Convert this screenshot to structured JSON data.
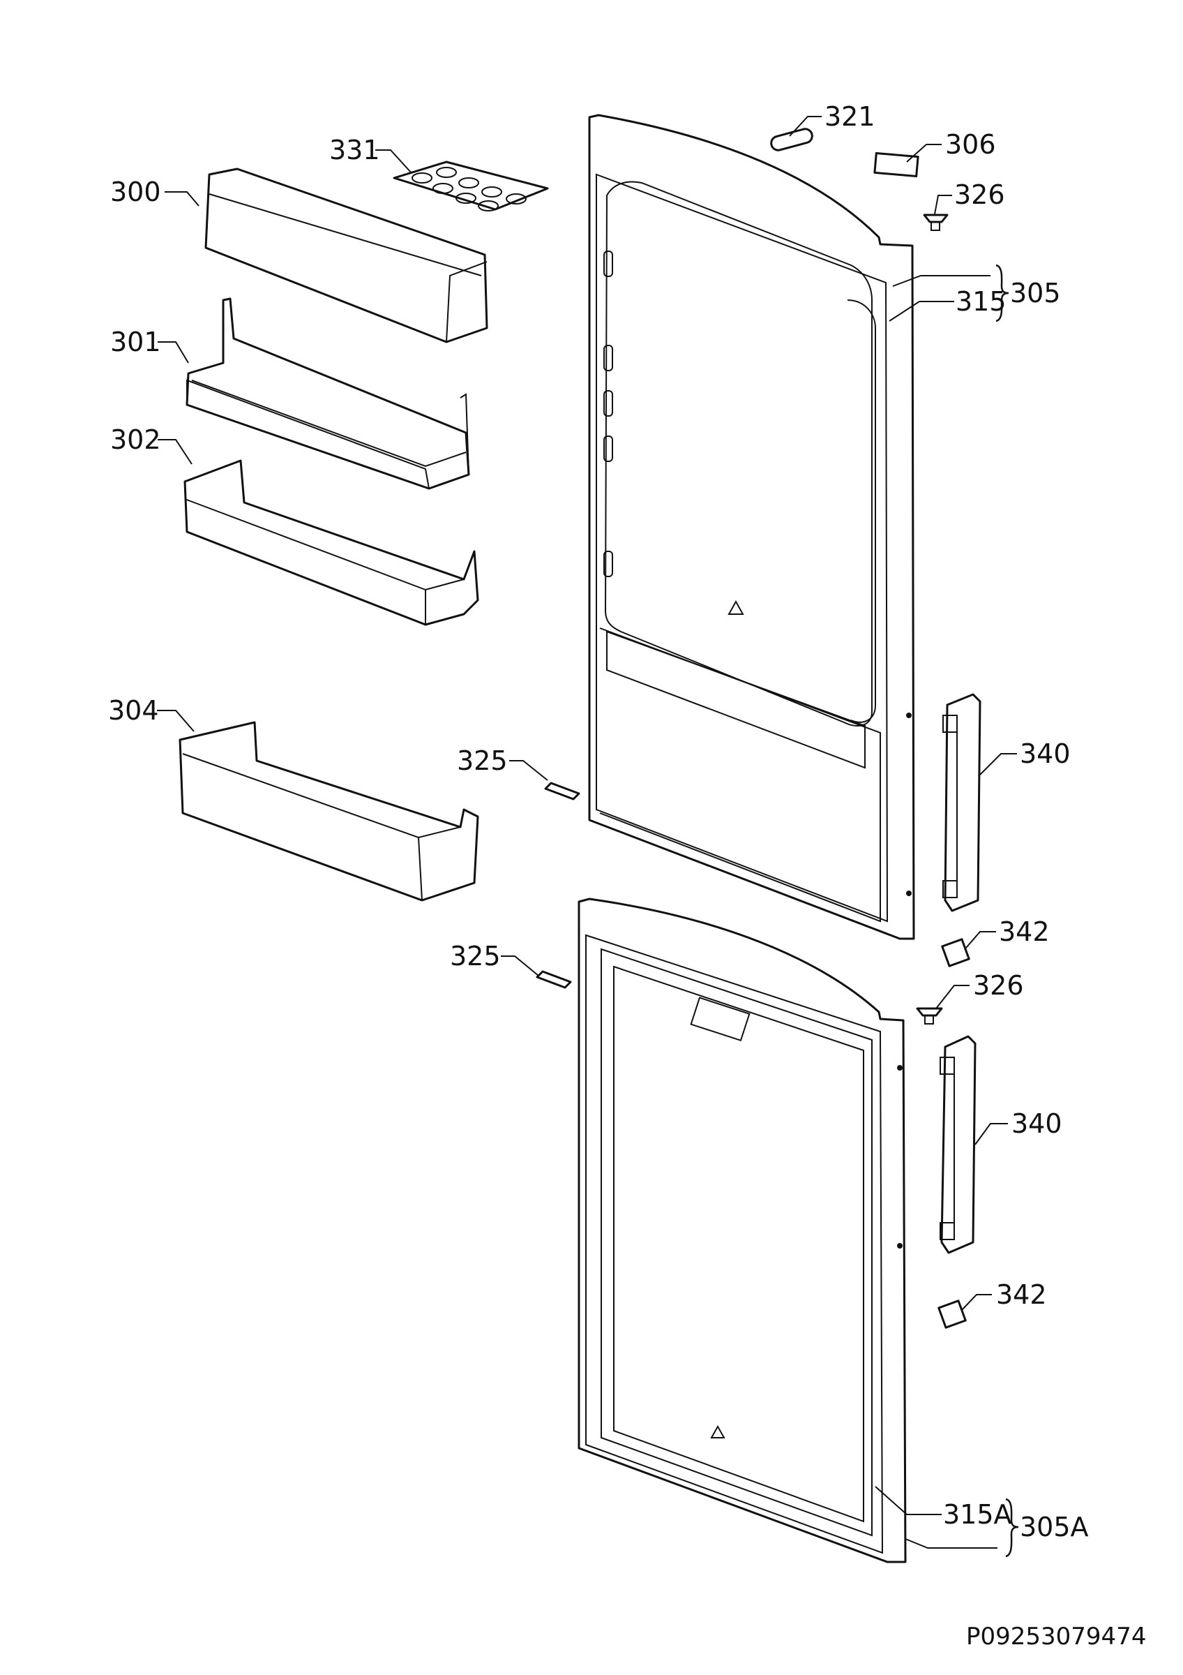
{
  "labels": {
    "l321": "321",
    "l306": "306",
    "l326a": "326",
    "l305": "305",
    "l315": "315",
    "l331": "331",
    "l300": "300",
    "l301": "301",
    "l302": "302",
    "l304": "304",
    "l325a": "325",
    "l340a": "340",
    "l342a": "342",
    "l325b": "325",
    "l326b": "326",
    "l340b": "340",
    "l342b": "342",
    "l315A": "315A",
    "l305A": "305A"
  },
  "drawing_code": "P09253079474",
  "colors": {
    "line": "#111111",
    "background": "#ffffff"
  }
}
